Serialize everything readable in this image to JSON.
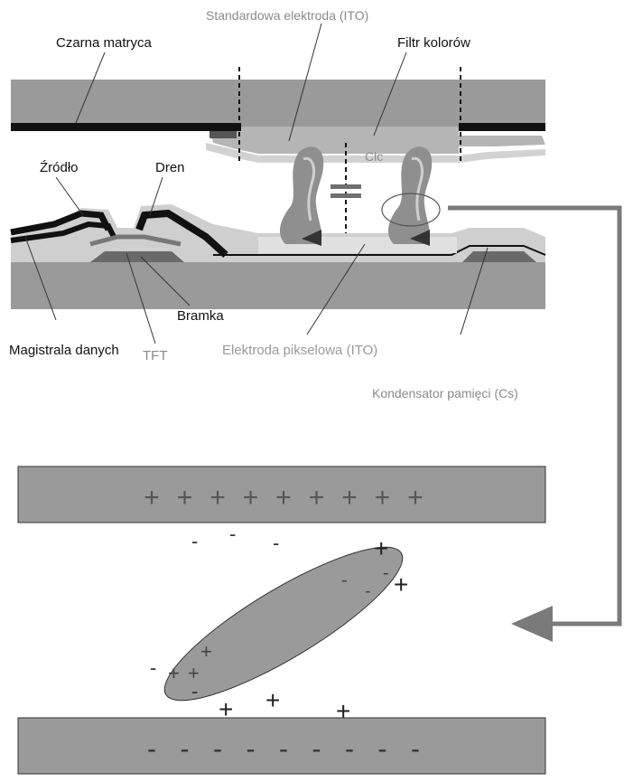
{
  "labels": {
    "standard_electrode": "Standardowa elektroda (ITO)",
    "black_matrix": "Czarna matryca",
    "color_filter": "Filtr kolorów",
    "source": "Źródło",
    "drain": "Dren",
    "clc": "Clc",
    "gate": "Bramka",
    "data_bus": "Magistrala danych",
    "tft": "TFT",
    "pixel_electrode": "Elektroda pikselowa (ITO)",
    "storage_capacitor": "Kondensator pamięci (Cs)"
  },
  "charges": {
    "plus": "+",
    "minus": "-",
    "top_plate_plus_count": 9,
    "bottom_plate_minus_count": 9
  },
  "colors": {
    "plate_gray": "#9a9a9a",
    "light_gray": "#cfcfcf",
    "dark": "#111111",
    "label_gray": "#8a8a8a",
    "arrow_gray": "#7a7a7a"
  }
}
